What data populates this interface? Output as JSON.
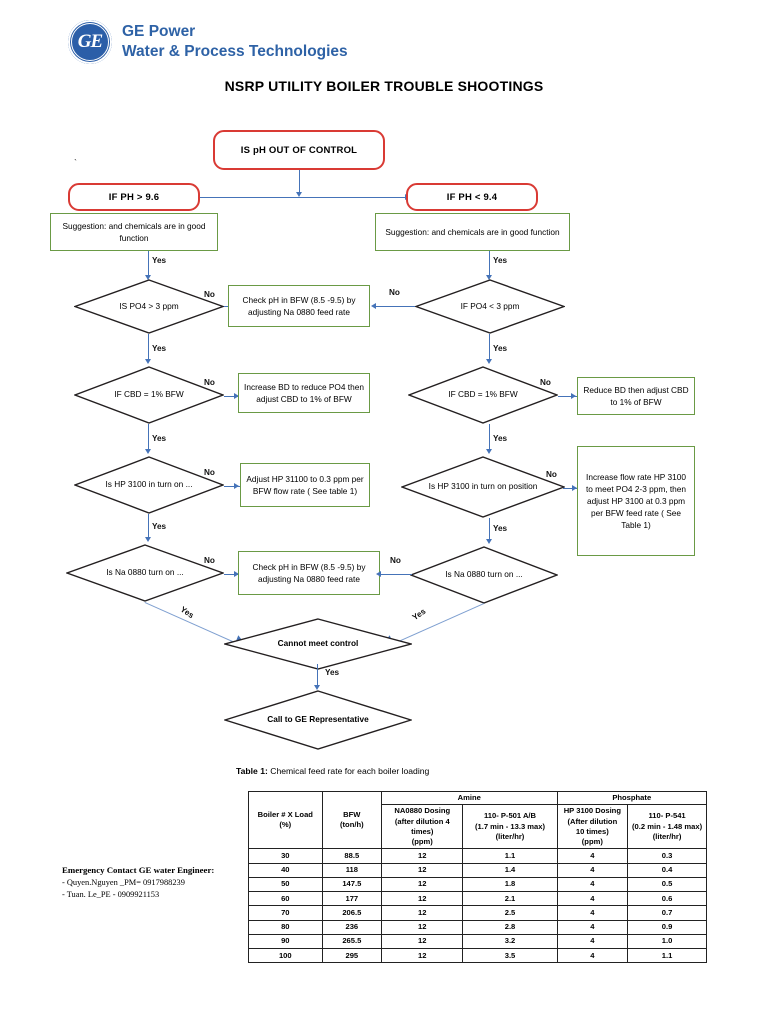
{
  "header": {
    "logo_mark": "ge-monogram",
    "brand_line1": "GE Power",
    "brand_line2": "Water & Process Technologies",
    "title": "NSRP UTILITY BOILER TROUBLE SHOOTINGS",
    "tick_mark": "`"
  },
  "colors": {
    "red_box_border": "#d93a34",
    "green_box_border": "#6a9a45",
    "connector_blue": "#4573b8",
    "brand_blue": "#2e62a6"
  },
  "flow": {
    "root": "IS pH OUT OF CONTROL",
    "left_branch": {
      "condition": "IF PH  > 9.6",
      "suggestion": "Suggestion:  and chemicals are in good function",
      "d1": "IS PO4 > 3 ppm",
      "d1_action": "Check pH in BFW (8.5 -9.5) by adjusting Na 0880 feed rate",
      "d2": "IF CBD = 1% BFW",
      "d2_action": "Increase BD to reduce PO4 then adjust CBD to 1% of BFW",
      "d3": "Is  HP 3100 in turn on ...",
      "d3_action": "Adjust  HP 31100 to 0.3 ppm per  BFW flow rate  ( See table 1)",
      "d4": "Is  Na 0880 turn on ...",
      "d4_action": "Check pH in BFW (8.5 -9.5) by adjusting Na 0880 feed rate"
    },
    "right_branch": {
      "condition": "IF PH  < 9.4",
      "suggestion": "Suggestion:  and chemicals are in good function",
      "d1": "IF PO4 < 3 ppm",
      "d2": "IF CBD = 1% BFW",
      "d2_action": "Reduce BD then adjust CBD to 1% of BFW",
      "d3": "Is  HP 3100 in turn on position",
      "d3_action": "Increase flow rate HP 3100 to meet PO4 2-3 ppm, then adjust  HP 3100 at 0.3 ppm per  BFW feed rate ( See Table 1)",
      "d4": "Is  Na 0880 turn on ..."
    },
    "cannot_meet": "Cannot  meet control",
    "call_ge": "Call to GE Representative",
    "labels": {
      "yes": "Yes",
      "no": "No"
    }
  },
  "table": {
    "caption_label": "Table 1:",
    "caption_text": " Chemical feed rate  for each boiler loading",
    "group_headers": {
      "boiler": "Boiler # X Load (%)",
      "boiler_l1": "Boiler # X Load",
      "boiler_l2": "(%)",
      "bfw_l1": "BFW",
      "bfw_l2": "(ton/h)",
      "amine": "Amine",
      "phosphate": "Phosphate"
    },
    "sub_headers": {
      "na0880": "NA0880 Dosing (after dilution 4 times) (ppm)",
      "na0880_lines": [
        "NA0880 Dosing",
        "(after dilution 4",
        "times)",
        "(ppm)"
      ],
      "p501": "110- P-501 A/B (1.7  min - 13.3 max) (liter/hr)",
      "p501_lines": [
        "110- P-501 A/B",
        "(1.7  min - 13.3 max)",
        "(liter/hr)"
      ],
      "hp3100": "HP 3100 Dosing (After dilution 10 times) (ppm)",
      "hp3100_lines": [
        "HP 3100 Dosing",
        "(After dilution",
        "10 times)",
        "(ppm)"
      ],
      "p541": "110- P-541 (0.2 min - 1.48 max) (liter/hr)",
      "p541_lines": [
        "110- P-541",
        "(0.2 min - 1.48 max)",
        "(liter/hr)"
      ]
    },
    "rows": [
      [
        "30",
        "88.5",
        "12",
        "1.1",
        "4",
        "0.3"
      ],
      [
        "40",
        "118",
        "12",
        "1.4",
        "4",
        "0.4"
      ],
      [
        "50",
        "147.5",
        "12",
        "1.8",
        "4",
        "0.5"
      ],
      [
        "60",
        "177",
        "12",
        "2.1",
        "4",
        "0.6"
      ],
      [
        "70",
        "206.5",
        "12",
        "2.5",
        "4",
        "0.7"
      ],
      [
        "80",
        "236",
        "12",
        "2.8",
        "4",
        "0.9"
      ],
      [
        "90",
        "265.5",
        "12",
        "3.2",
        "4",
        "1.0"
      ],
      [
        "100",
        "295",
        "12",
        "3.5",
        "4",
        "1.1"
      ]
    ]
  },
  "contact": {
    "heading": "Emergency Contact GE water Engineer:",
    "line1": "- Quyen.Nguyen _PM= 0917988239",
    "line2": "- Tuan. Le_PE - 0909921153"
  }
}
